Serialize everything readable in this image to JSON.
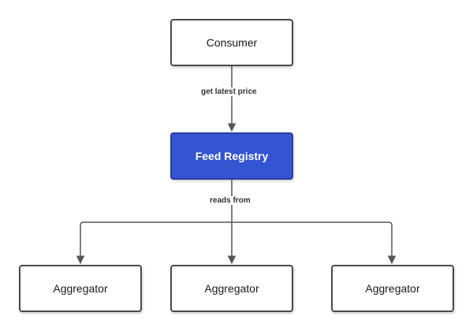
{
  "nodes": {
    "consumer": "Consumer",
    "feed_registry": "Feed Registry",
    "aggregators": [
      "Aggregator",
      "Aggregator",
      "Aggregator"
    ]
  },
  "edges": {
    "consumer_to_registry": "get latest price",
    "registry_to_aggregators": "reads from"
  },
  "colors": {
    "highlight_fill": "#3355d1",
    "node_border": "#4a4a4a",
    "connector": "#555555"
  }
}
